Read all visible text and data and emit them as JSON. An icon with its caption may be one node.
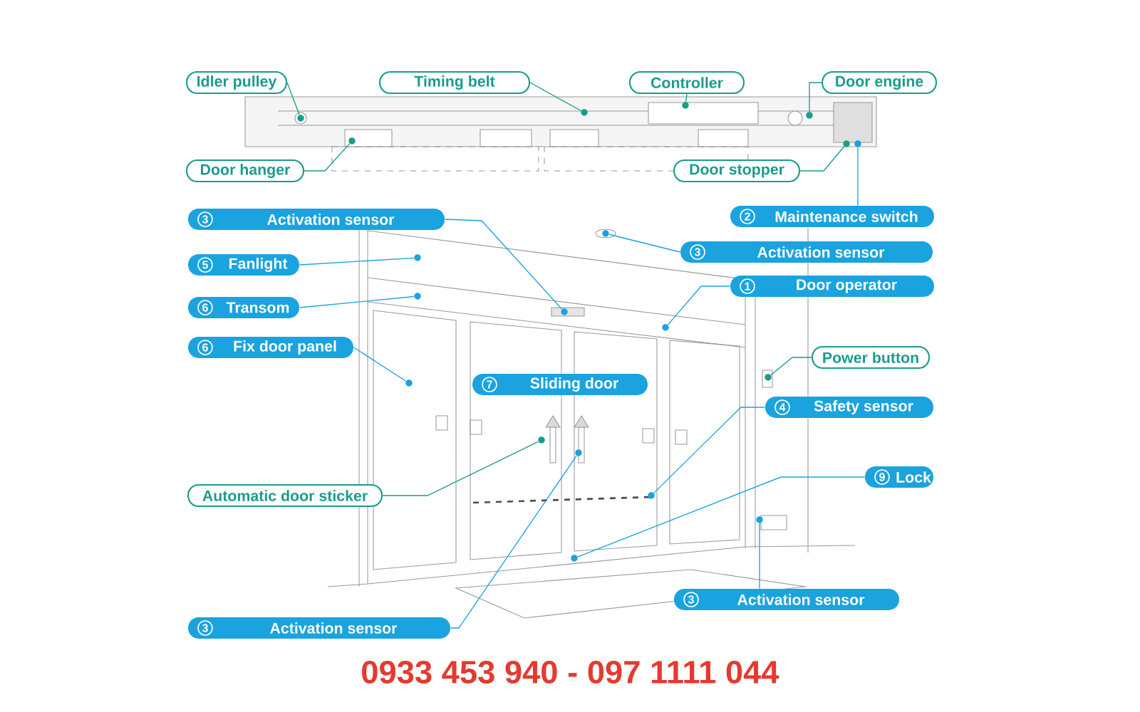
{
  "diagram": {
    "nodes": [
      {
        "text": [
          "Idler pulley"
        ]
      },
      {
        "text": [
          "Timing belt"
        ]
      },
      {
        "text": [
          "Controller"
        ]
      },
      {
        "text": [
          "Door engine"
        ]
      },
      {
        "text": [
          "Door hanger"
        ]
      },
      {
        "text": [
          "Door stopper"
        ]
      },
      {
        "text": [
          "2",
          "Maintenance switch"
        ]
      },
      {
        "text": [
          "3",
          "Activation sensor"
        ]
      },
      {
        "text": [
          "3",
          "Activation sensor"
        ]
      },
      {
        "text": [
          "5",
          "Fanlight"
        ]
      },
      {
        "text": [
          "1",
          "Door operator"
        ]
      },
      {
        "text": [
          "6",
          "Transom"
        ]
      },
      {
        "text": [
          "6",
          "Fix door panel"
        ]
      },
      {
        "text": [
          "Power button"
        ]
      },
      {
        "text": [
          "7",
          "Sliding door"
        ]
      },
      {
        "text": [
          "4",
          "Safety sensor"
        ]
      },
      {
        "text": [
          "9",
          "Lock"
        ]
      },
      {
        "text": [
          "Automatic door sticker"
        ]
      },
      {
        "text": [
          "3",
          "Activation sensor"
        ]
      },
      {
        "text": [
          "3",
          "Activation sensor"
        ]
      },
      {
        "text": [],
        "shape": "circle"
      },
      {
        "text": [],
        "shape": "circle"
      },
      {
        "text": [],
        "shape": "circle"
      },
      {
        "text": [],
        "shape": "circle"
      },
      {
        "text": [],
        "shape": "circle"
      },
      {
        "text": [],
        "shape": "circle"
      },
      {
        "text": [],
        "shape": "circle"
      },
      {
        "text": [],
        "shape": "circle"
      },
      {
        "text": [],
        "shape": "circle"
      },
      {
        "text": [],
        "shape": "circle"
      },
      {
        "text": [],
        "shape": "circle"
      },
      {
        "text": [],
        "shape": "circle"
      },
      {
        "text": [],
        "shape": "circle"
      },
      {
        "text": [],
        "shape": "circle"
      },
      {
        "text": [],
        "shape": "circle"
      },
      {
        "text": [],
        "shape": "circle"
      },
      {
        "text": [],
        "shape": "circle"
      },
      {
        "text": [],
        "shape": "circle"
      },
      {
        "text": [],
        "shape": "circle"
      }
    ],
    "edges": [
      {
        "from": 0,
        "to": 20,
        "arrow": "none",
        "color": "#1a9c8c"
      },
      {
        "from": 1,
        "to": 21,
        "arrow": "none",
        "color": "#1a9c8c"
      },
      {
        "from": 2,
        "to": 22,
        "arrow": "none",
        "color": "#1a9c8c"
      },
      {
        "from": 3,
        "to": 23,
        "arrow": "none",
        "color": "#1a9c8c"
      },
      {
        "from": 4,
        "to": 24,
        "arrow": "none",
        "color": "#1a9c8c"
      },
      {
        "from": 5,
        "to": 25,
        "arrow": "none",
        "color": "#1a9c8c"
      },
      {
        "from": 6,
        "to": 26,
        "arrow": "none"
      },
      {
        "from": 7,
        "to": 27,
        "arrow": "none"
      },
      {
        "from": 8,
        "to": 28,
        "arrow": "none"
      },
      {
        "from": 9,
        "to": 29,
        "arrow": "none"
      },
      {
        "from": 10,
        "to": 30,
        "arrow": "none"
      },
      {
        "from": 11,
        "to": 31,
        "arrow": "none"
      },
      {
        "from": 12,
        "to": 32,
        "arrow": "none"
      },
      {
        "from": 13,
        "to": 33,
        "arrow": "none",
        "color": "#1a9c8c"
      },
      {
        "from": 15,
        "to": 34,
        "arrow": "none"
      },
      {
        "from": 16,
        "to": 35,
        "arrow": "none"
      },
      {
        "from": 17,
        "to": 36,
        "arrow": "none",
        "color": "#1a9c8c"
      },
      {
        "from": 18,
        "to": 37,
        "arrow": "none"
      },
      {
        "from": 19,
        "to": 38,
        "arrow": "none"
      }
    ],
    "labels": [
      "0933 453 940 - 097 1111 044"
    ]
  }
}
